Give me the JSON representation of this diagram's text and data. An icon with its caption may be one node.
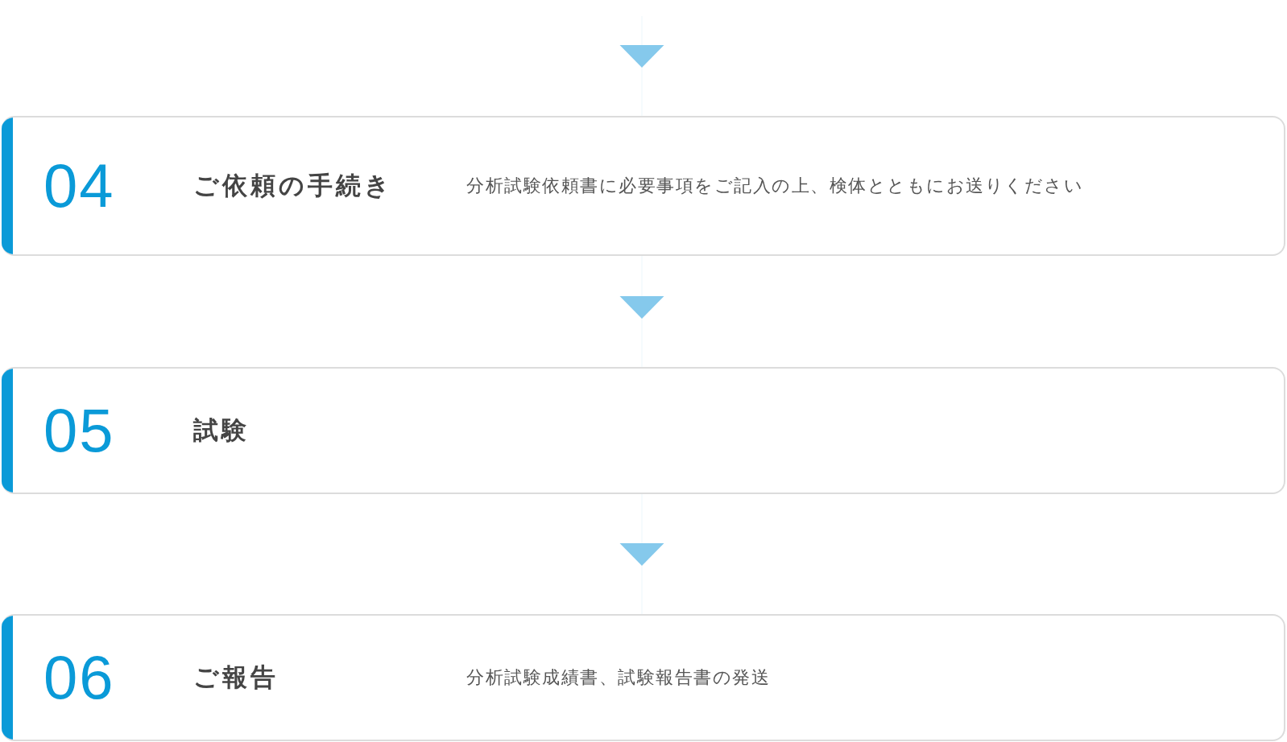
{
  "diagram": {
    "nodes": [
      {
        "text": [
          "04",
          "ご依頼の手続き",
          "分析試験依頼書に必要事項をご記入の上、検体とともにお送りください"
        ]
      },
      {
        "text": [
          "05",
          "試験"
        ]
      },
      {
        "text": [
          "06",
          "ご報告",
          "分析試験成績書、試験報告書の発送"
        ]
      }
    ],
    "edges": [
      {
        "from": null,
        "to": 0,
        "arrow": "to"
      },
      {
        "from": 0,
        "to": 1,
        "arrow": "to"
      },
      {
        "from": 1,
        "to": 2,
        "arrow": "to"
      }
    ]
  }
}
